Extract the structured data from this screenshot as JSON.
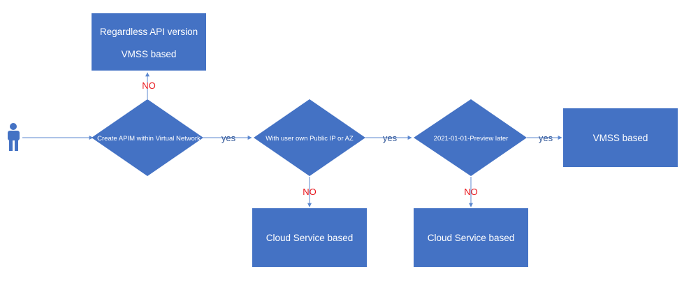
{
  "colors": {
    "node_fill": "#4472C4",
    "line": "#5B87CF",
    "yes_label": "#2F5597",
    "no_label": "#E8151B",
    "node_text": "#FFFFFF"
  },
  "actor": {
    "icon": "person-icon"
  },
  "nodes": {
    "top_box": {
      "line1": "Regardless API version",
      "line2": "VMSS based"
    },
    "decision1": {
      "text": "Create APIM within Virtual Network"
    },
    "decision2": {
      "text": "With user own Public IP or AZ"
    },
    "decision3": {
      "text": "2021-01-01-Preview later"
    },
    "final_vmss": {
      "text": "VMSS based"
    },
    "cloud1": {
      "text": "Cloud Service based"
    },
    "cloud2": {
      "text": "Cloud Service based"
    }
  },
  "edges": {
    "no_top": "NO",
    "yes1": "yes",
    "yes2": "yes",
    "yes3": "yes",
    "no_d2": "NO",
    "no_d3": "NO"
  }
}
